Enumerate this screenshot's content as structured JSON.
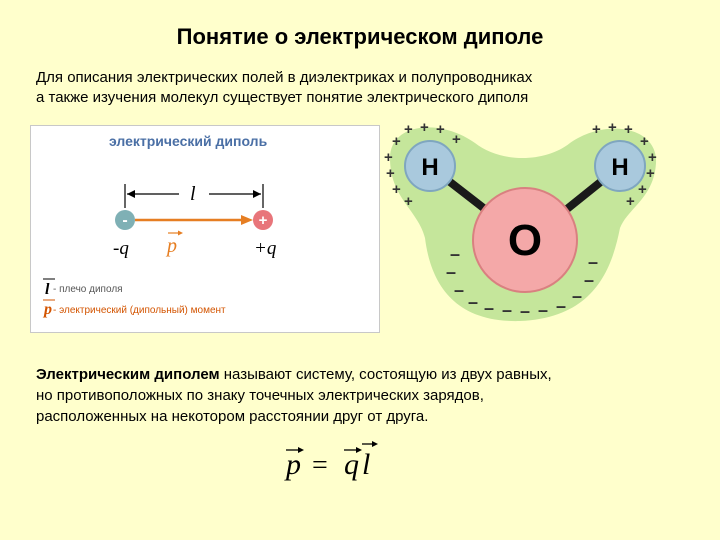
{
  "title": "Понятие о электрическом диполе",
  "intro": {
    "line1": "Для описания электрических полей в диэлектриках и полупроводниках",
    "line2": "а также изучения молекул существует понятие электрического диполя"
  },
  "dipole_panel": {
    "heading": "электрический диполь",
    "distance_symbol": "l",
    "negative_sign": "-",
    "positive_sign": "+",
    "negative_charge": "-q",
    "positive_charge": "+q",
    "moment_symbol": "p",
    "legend_arm_symbol": "l",
    "legend_arm_text": " - плечо диполя",
    "legend_moment_symbol": "p",
    "legend_moment_text": " - электрический (дипольный) момент",
    "colors": {
      "heading": "#4a6fa5",
      "negative": "#7fb0b5",
      "positive": "#e8757a",
      "arrow": "#e67e22",
      "legend_moment": "#d35400"
    }
  },
  "molecule": {
    "hydrogen_label": "H",
    "oxygen_label": "O",
    "plus_sign": "+",
    "minus_sign": "–",
    "colors": {
      "background": "#c5e69b",
      "hydrogen": "#a9c9dd",
      "oxygen": "#f4a8a8"
    }
  },
  "definition": {
    "term": "Электрическим диполем",
    "rest_line1": " называют систему, состоящую из двух равных,",
    "line2": "но противоположных по знаку точечных электрических зарядов,",
    "line3": "расположенных на некотором расстоянии друг от друга."
  },
  "formula": {
    "lhs": "p",
    "equals": "=",
    "rhs_q": "q",
    "rhs_l": "l"
  }
}
